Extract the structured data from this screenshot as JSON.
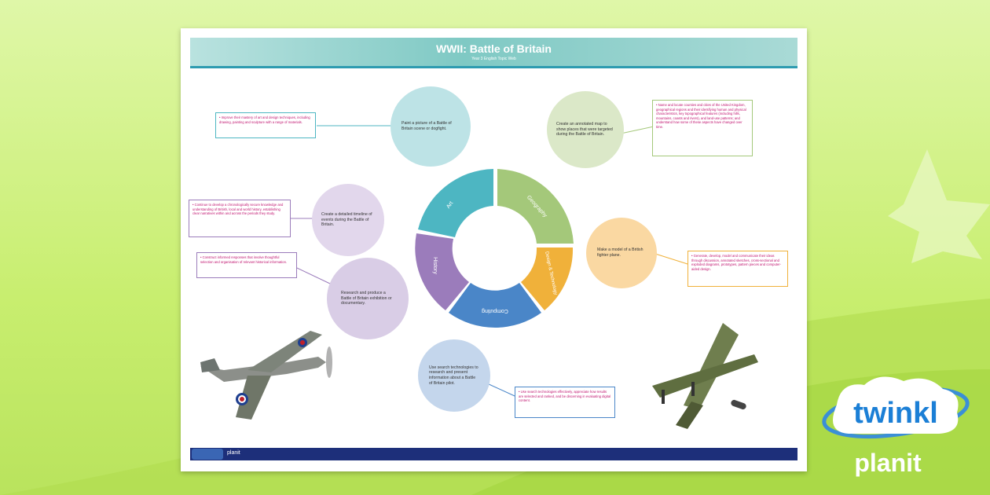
{
  "header": {
    "title": "WWII: Battle of Britain",
    "subtitle": "Year 3 English Topic Web"
  },
  "wheel": {
    "segments": [
      "Art",
      "Geography",
      "Design & Technology",
      "Computing",
      "History"
    ]
  },
  "activities": {
    "art": "Paint a picture of a Battle of Britain scene or dogfight.",
    "geography": "Create an annotated map to show places that were targeted during the Battle of Britain.",
    "history_timeline": "Create a detailed timeline of events during the Battle of Britain.",
    "history_research": "Research and produce a Battle of Britain exhibition or documentary.",
    "dt": "Make a model of a British fighter plane.",
    "computing": "Use search technologies to research and present information about a Battle of Britain pilot."
  },
  "objectives": {
    "art": "• Improve their mastery of art and design techniques, including drawing, painting and sculpture with a range of materials.",
    "geography": "• Name and locate counties and cities of the United Kingdom, geographical regions and their identifying human and physical characteristics, key topographical features (including hills, mountains, coasts and rivers), and land-use patterns; and understand how some of these aspects have changed over time.",
    "history_timeline": "• Continue to develop a chronologically secure knowledge and understanding of British, local and world history, establishing clear narratives within and across the periods they study.",
    "history_research": "• Construct informed responses that involve thoughtful selection and organisation of relevant historical information.",
    "dt": "• Generate, develop, model and communicate their ideas through discussion, annotated sketches, cross-sectional and exploded diagrams, prototypes, pattern pieces and computer-aided design.",
    "computing": "• Use search technologies effectively, appreciate how results are selected and ranked, and be discerning in evaluating digital content."
  },
  "footer": {
    "text": "planit"
  },
  "brand": {
    "name": "twinkl",
    "product": "planit"
  },
  "colors": {
    "art": "#4db6c2",
    "geography": "#a4c87a",
    "dt": "#f0b13a",
    "computing": "#4a86c8",
    "history": "#9b7cbb"
  }
}
